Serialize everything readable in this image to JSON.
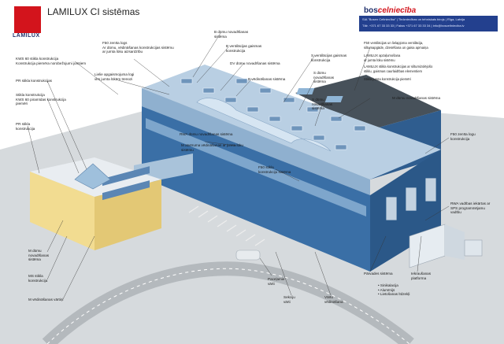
{
  "header": {
    "title": "LAMILUX CI sistēmas",
    "logo_text": "LAMILUX",
    "partner_name": "bos",
    "partner_tag": "celniecība",
    "contact_lines": [
      "SIA \"Bosen Celtniecība\" | Tirdzniecības un tehniskais birojs | Rīga, Latvija",
      "Tālr. +371 67 33 33 33 | Fakss +371 67 33 33 34 | info@bosceltnieciba.lv"
    ]
  },
  "colors": {
    "logo_red": "#d3141c",
    "brand_blue": "#23408e",
    "facade_blue": "#3a6fa6",
    "roof_light": "#b9cfe3",
    "ground": "#cfd3d6",
    "annex_yellow": "#f2dc91"
  },
  "labels": [
    {
      "id": "kws60-pw",
      "text": "KWS 60 stikla konstrukcija\nKonstrukcija piemēra norobežojumi jumtiem"
    },
    {
      "id": "pr-stiklo-1",
      "text": "PR stikla konstrukcijas"
    },
    {
      "id": "stikla-kws60",
      "text": "Stikla konstrukcija\nKWS 60 piramīdas konstrukcija\npiemēri"
    },
    {
      "id": "pr-stiklo-2",
      "text": "PR stikla\nkonstrukcija"
    },
    {
      "id": "f50-logs",
      "text": "F50 zenīta logs\nAr dūmu, vēdināšanas konstrukcijas sistēmu\nar jumta lūku aizsardzību"
    },
    {
      "id": "lielie-logi",
      "text": "Lielie apgaismojuma logi\nvirs jumta lūkām trenozi"
    },
    {
      "id": "b-dumu-1",
      "text": "B dūmu novadīšanas\nsistēma"
    },
    {
      "id": "b-ventil",
      "text": "B ventilācijas gaismas\nkonstrukcija"
    },
    {
      "id": "dv-dumu",
      "text": "DV dūmu novadīšanas sistēma"
    },
    {
      "id": "b-vedinasana",
      "text": "B vēdināšanas sistēma"
    },
    {
      "id": "s-ventil",
      "text": "S ventilācijas gaismas\nkonstrukcija"
    },
    {
      "id": "s-dumu",
      "text": "S dūmu\nnovadīšanas\nsistēma"
    },
    {
      "id": "s-dumu-2",
      "text": "S dūmu\nnovadīšanas\nsistēma"
    },
    {
      "id": "f50-ventil",
      "text": "F50 ventilācijas un lielapjoma ventilācija,\nsiltumapgāde, dzesēšana un gaisa apmaiņa"
    },
    {
      "id": "lamilux-jumts",
      "text": "LAMILUX apzaļumošana\nar jumta lūku sistēmu"
    },
    {
      "id": "lamilux-konstr",
      "text": "LAMILUX stikla konstrukcijas ar siltumizolējošo\nstiklu, gaismas caurlaidības elementiem"
    },
    {
      "id": "stikla-jumts",
      "text": "Stikla jumta konstrukcija piemēri"
    },
    {
      "id": "m-dumu-1",
      "text": "M dūmu novadīšanas sistēma"
    },
    {
      "id": "rwa-dumu",
      "text": "RWA dūmu novadīšanas sistēma"
    },
    {
      "id": "m-atkalpolas",
      "text": "M atvēruma vēdināšanas ar jumta lūku\nsistēmu"
    },
    {
      "id": "f50-sist",
      "text": "F50 stikla\nkonstrukciju sistēma"
    },
    {
      "id": "f50-zenita",
      "text": "F50 zenīta logu\nkonstrukcija"
    },
    {
      "id": "rwa-vadiba",
      "text": "RWA vadības iekārtas ar\nSPS programmējamu\nvadību"
    },
    {
      "id": "m-dumu-2",
      "text": "M dūmu\nnovadīšanas\nsistēma"
    },
    {
      "id": "ms-stikla",
      "text": "MS stikla\nkonstrukcija"
    },
    {
      "id": "m-vedinasana",
      "text": "M vēdināšanas vārtiņi"
    },
    {
      "id": "pacelami",
      "text": "Paceļamie\nvārti"
    },
    {
      "id": "sekcijas",
      "text": "Sekciju\nvārti"
    },
    {
      "id": "vartu",
      "text": "Vārtu\nvēdināšana"
    },
    {
      "id": "parvades",
      "text": "Pārvades sistēma"
    },
    {
      "id": "iekrausana",
      "text": "Iekraušanas\nplatforma"
    },
    {
      "id": "materiali",
      "text": "• Sinikalacija\n• Alumīnijs\n• Lietošanas līdzekļi"
    }
  ]
}
